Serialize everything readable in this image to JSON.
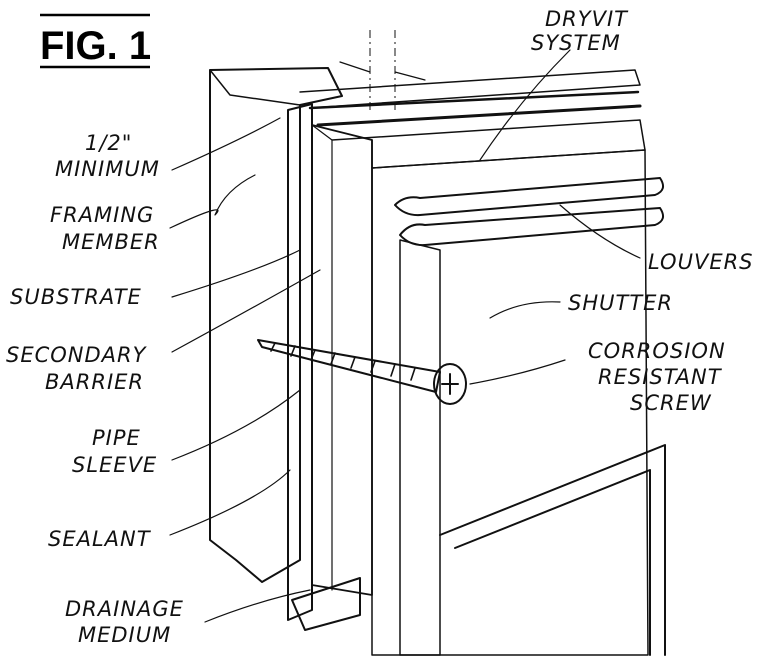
{
  "figure": {
    "title": "FIG. 1"
  },
  "labels": {
    "dryvit_system": [
      "DRYVIT",
      "SYSTEM"
    ],
    "half_inch_minimum": [
      "1/2\"",
      "MINIMUM"
    ],
    "framing_member": [
      "FRAMING",
      "MEMBER"
    ],
    "substrate": [
      "SUBSTRATE"
    ],
    "secondary_barrier": [
      "SECONDARY",
      "BARRIER"
    ],
    "pipe_sleeve": [
      "PIPE",
      "SLEEVE"
    ],
    "sealant": [
      "SEALANT"
    ],
    "drainage_medium": [
      "DRAINAGE",
      "MEDIUM"
    ],
    "louvers": [
      "LOUVERS"
    ],
    "shutter": [
      "SHUTTER"
    ],
    "corrosion_resistant_screw": [
      "CORROSION",
      "RESISTANT",
      "SCREW"
    ]
  }
}
